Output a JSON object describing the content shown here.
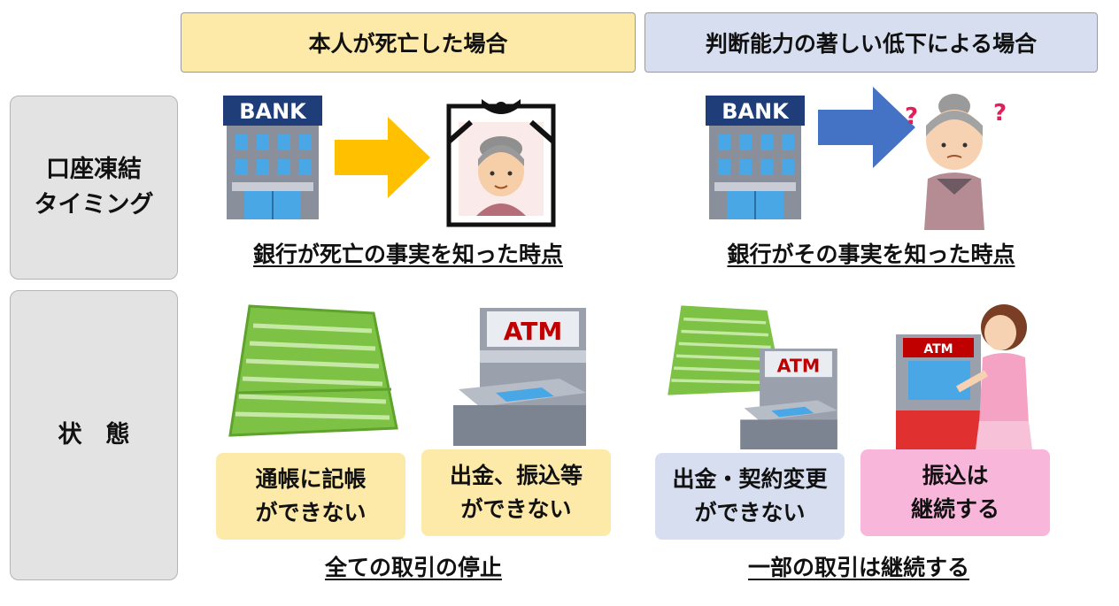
{
  "headers": {
    "death": "本人が死亡した場合",
    "decline": "判断能力の著しい低下による場合"
  },
  "row_labels": {
    "freeze_timing": "口座凍結\nタイミング",
    "status": "状　態"
  },
  "timing": {
    "death_caption": "銀行が死亡の事実を知った時点",
    "decline_caption": "銀行がその事実を知った時点"
  },
  "status": {
    "death_boxes": [
      "通帳に記帳\nができない",
      "出金、振込等\nができない"
    ],
    "death_caption": "全ての取引の停止",
    "decline_boxes": [
      "出金・契約変更\nができない",
      "振込は\n継続する"
    ],
    "decline_caption": "一部の取引は継続する"
  },
  "illustrations": {
    "bank_sign": "BANK",
    "atm_sign": "ATM"
  },
  "colors": {
    "death_header": "#fde9a8",
    "decline_header": "#d6deef",
    "arrow_death": "#ffc000",
    "arrow_decline": "#4472c4"
  }
}
